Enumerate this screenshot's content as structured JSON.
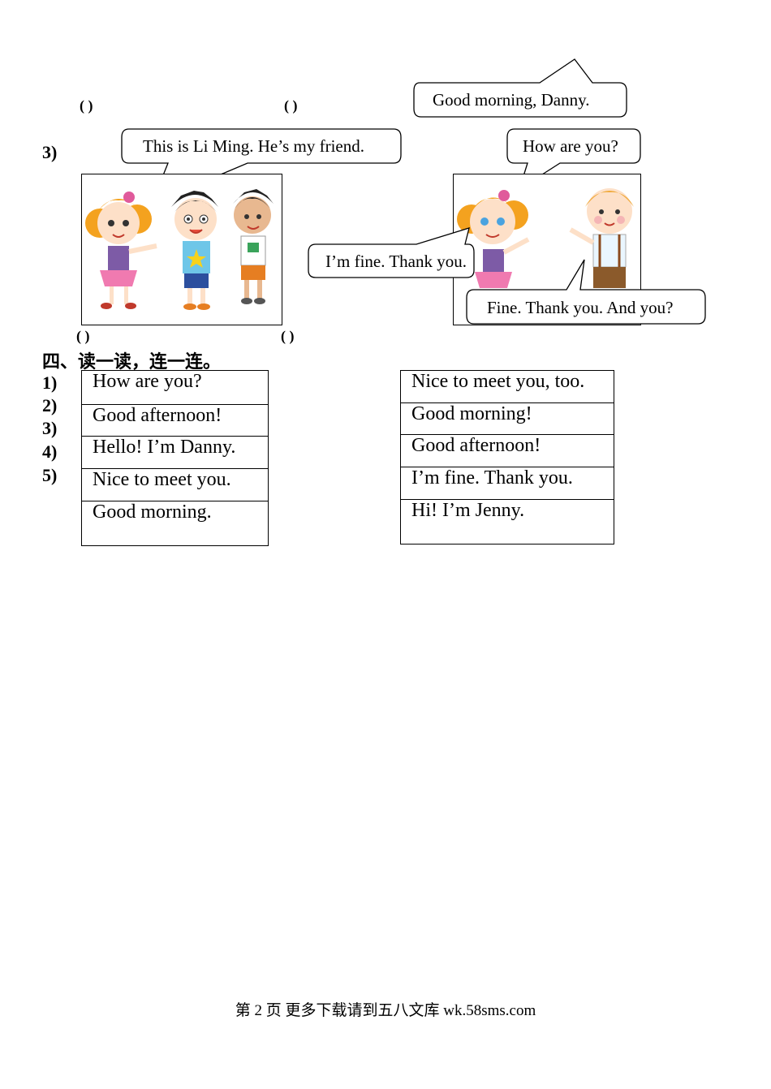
{
  "parens": {
    "p1": "(     )",
    "p2": "(     )",
    "p3": "(     )",
    "p4": "(     )"
  },
  "question3": {
    "number": "3)"
  },
  "bubbles": {
    "good_morning": "Good morning, Danny.",
    "this_is": "This is Li Ming. He’s my friend.",
    "how_are_you": "How are you?",
    "im_fine": "I’m fine. Thank you.",
    "fine_and_you": "Fine. Thank you. And you?"
  },
  "section4": {
    "title": "四、读一读，连一连。",
    "numbers": [
      "1)",
      "2)",
      "3)",
      "4)",
      "5)"
    ],
    "left_items": [
      "How are you?",
      "Good afternoon!",
      "Hello! I’m Danny.",
      "Nice to meet you.",
      "Good morning."
    ],
    "right_items": [
      "Nice to meet you, too.",
      "Good morning!",
      "Good afternoon!",
      "I’m fine. Thank you.",
      "Hi! I’m Jenny."
    ]
  },
  "footer": {
    "text": "第 2 页 更多下载请到五八文库 wk.58sms.com"
  }
}
